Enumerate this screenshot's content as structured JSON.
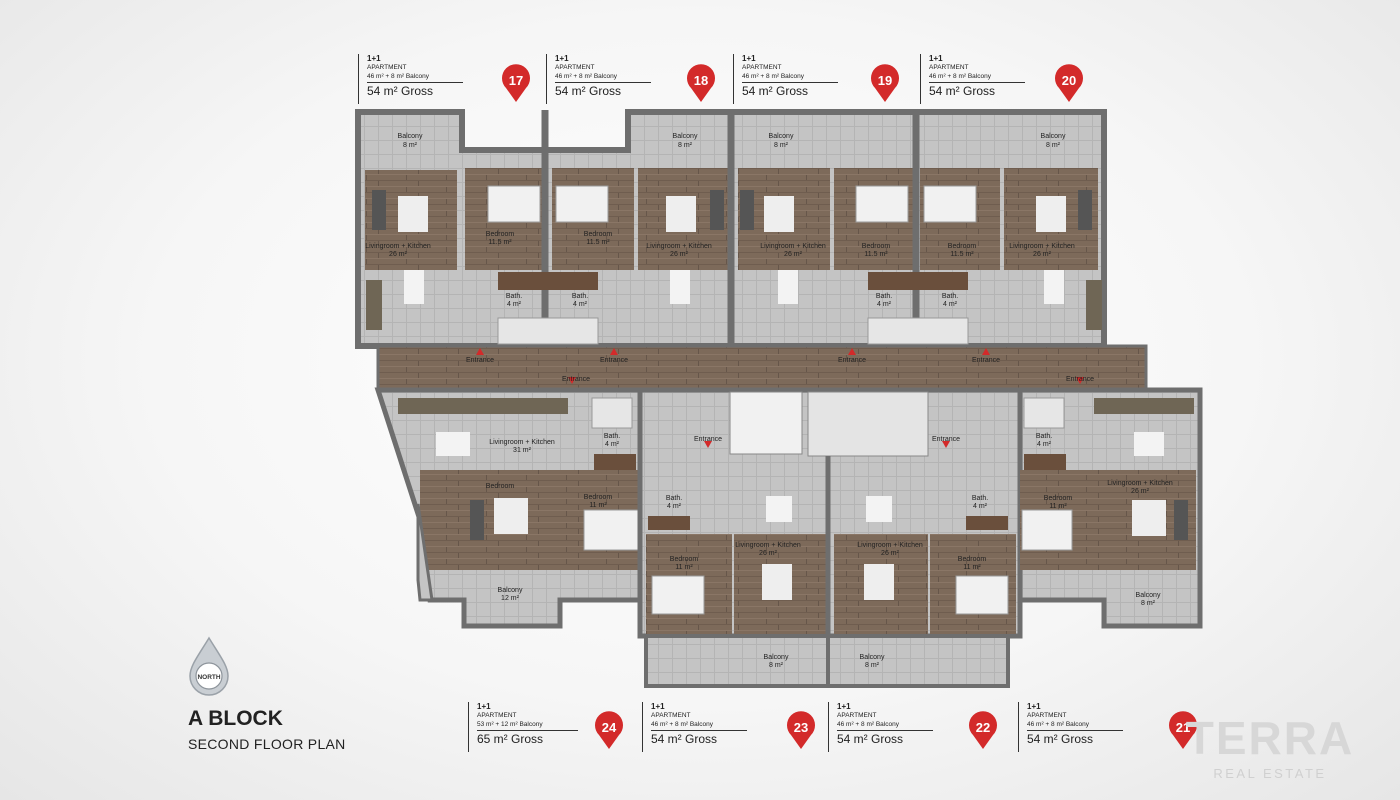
{
  "plan": {
    "title": "A BLOCK",
    "subtitle": "SECOND FLOOR PLAN",
    "north_label": "NORTH",
    "brand": {
      "name": "TERRA",
      "tagline": "REAL ESTATE"
    }
  },
  "apartments": [
    {
      "number": "17",
      "type": "1+1",
      "kind": "APARTMENT",
      "area": "46 m² + 8 m² Balcony",
      "gross": "54 m² Gross"
    },
    {
      "number": "18",
      "type": "1+1",
      "kind": "APARTMENT",
      "area": "46 m² + 8 m² Balcony",
      "gross": "54 m² Gross"
    },
    {
      "number": "19",
      "type": "1+1",
      "kind": "APARTMENT",
      "area": "46 m² + 8 m² Balcony",
      "gross": "54 m² Gross"
    },
    {
      "number": "20",
      "type": "1+1",
      "kind": "APARTMENT",
      "area": "46 m² + 8 m² Balcony",
      "gross": "54 m² Gross"
    },
    {
      "number": "24",
      "type": "1+1",
      "kind": "APARTMENT",
      "area": "53 m² + 12 m² Balcony",
      "gross": "65 m² Gross"
    },
    {
      "number": "23",
      "type": "1+1",
      "kind": "APARTMENT",
      "area": "46 m² + 8 m² Balcony",
      "gross": "54 m² Gross"
    },
    {
      "number": "22",
      "type": "1+1",
      "kind": "APARTMENT",
      "area": "46 m² + 8 m² Balcony",
      "gross": "54 m² Gross"
    },
    {
      "number": "21",
      "type": "1+1",
      "kind": "APARTMENT",
      "area": "46 m² + 8 m² Balcony",
      "gross": "54 m² Gross"
    }
  ],
  "rooms": {
    "balcony": "Balcony",
    "balcony_area": "8 m²",
    "balcony_large_area": "12 m²",
    "bedroom": "Bedroom",
    "bedroom_area": "11.5 m²",
    "bedroom_area_b": "11 m²",
    "living": "Livingroom + Kitchen",
    "living_area": "26 m²",
    "living_large_area": "31 m²",
    "bath": "Bath.",
    "bath_area": "4 m²",
    "entrance": "Entrance"
  },
  "colors": {
    "pin_red": "#d32a2a",
    "wall": "#7a7a7a",
    "wood": "#7d6a5a",
    "tile": "#bdbdbd",
    "entrance_marker": "#d32a2a"
  }
}
